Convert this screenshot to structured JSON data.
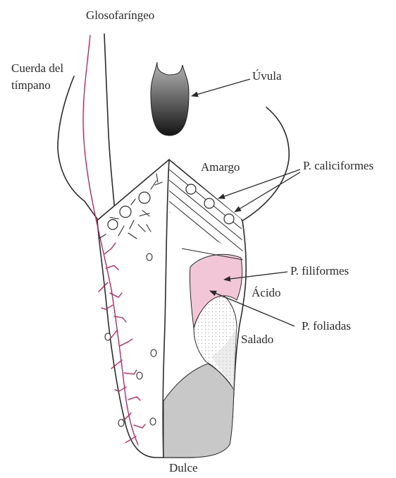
{
  "labels": {
    "glosofaringeo": "Glosofaríngeo",
    "cuerda_line1": "Cuerda del",
    "cuerda_line2": "tímpano",
    "uvula": "Úvula",
    "amargo": "Amargo",
    "caliciformes": "P. caliciformes",
    "filiformes": "P. filiformes",
    "acido": "Ácido",
    "foliadas": "P. foliadas",
    "salado": "Salado",
    "dulce": "Dulce"
  },
  "colors": {
    "nerve": "#c2185b",
    "acid_region": "#f2c6d6",
    "salty_region": "#ececec",
    "sweet_region": "#c8c8c8",
    "uvula_dark": "#1a1a1a",
    "uvula_light": "#b5b5b5"
  }
}
